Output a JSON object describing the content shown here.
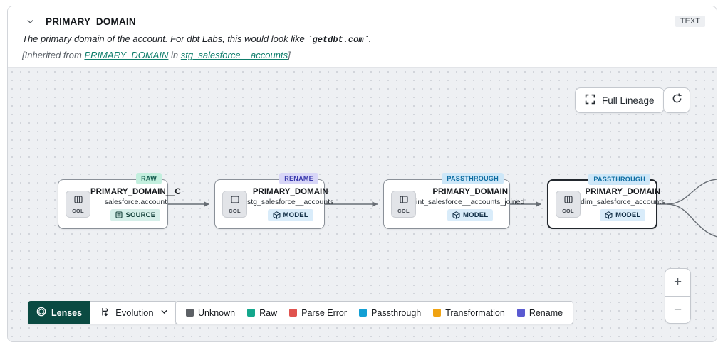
{
  "header": {
    "title": "PRIMARY_DOMAIN",
    "type_badge": "TEXT",
    "description": {
      "prefix": "The primary domain of the account. For dbt Labs, this would look like ",
      "code": "`getdbt.com`",
      "suffix": "."
    },
    "inherited": {
      "prefix": "[Inherited from ",
      "column_link": "PRIMARY_DOMAIN",
      "middle": " in ",
      "model_link": "stg_salesforce__accounts",
      "suffix": "]"
    }
  },
  "toolbar": {
    "full_lineage": "Full Lineage"
  },
  "nodes": [
    {
      "badge": "RAW",
      "badge_variant": "raw",
      "chip": "COL",
      "title": "PRIMARY_DOMAIN__C",
      "subtitle": "salesforce.account",
      "tag": "SOURCE",
      "tag_variant": "source"
    },
    {
      "badge": "RENAME",
      "badge_variant": "rename",
      "chip": "COL",
      "title": "PRIMARY_DOMAIN",
      "subtitle": "stg_salesforce__accounts",
      "tag": "MODEL",
      "tag_variant": "model"
    },
    {
      "badge": "PASSTHROUGH",
      "badge_variant": "passthrough",
      "chip": "COL",
      "title": "PRIMARY_DOMAIN",
      "subtitle": "int_salesforce__accounts_joined",
      "tag": "MODEL",
      "tag_variant": "model"
    },
    {
      "badge": "PASSTHROUGH",
      "badge_variant": "passthrough",
      "chip": "COL",
      "title": "PRIMARY_DOMAIN",
      "subtitle": "dim_salesforce_accounts",
      "tag": "MODEL",
      "tag_variant": "model"
    }
  ],
  "lenses": {
    "button": "Lenses",
    "selected_lens": "Evolution"
  },
  "legend": {
    "items": [
      {
        "label": "Unknown",
        "color": "#5d6166"
      },
      {
        "label": "Raw",
        "color": "#14a78c"
      },
      {
        "label": "Parse Error",
        "color": "#e0524e"
      },
      {
        "label": "Passthrough",
        "color": "#129fd4"
      },
      {
        "label": "Transformation",
        "color": "#f0a312"
      },
      {
        "label": "Rename",
        "color": "#5a5ad1"
      }
    ]
  },
  "zoom_controls": {
    "zoom_in": "+",
    "zoom_out": "−"
  },
  "colors": {
    "accent_teal": "#0a4a42",
    "link": "#0e7d6b",
    "edge": "#676d74"
  }
}
